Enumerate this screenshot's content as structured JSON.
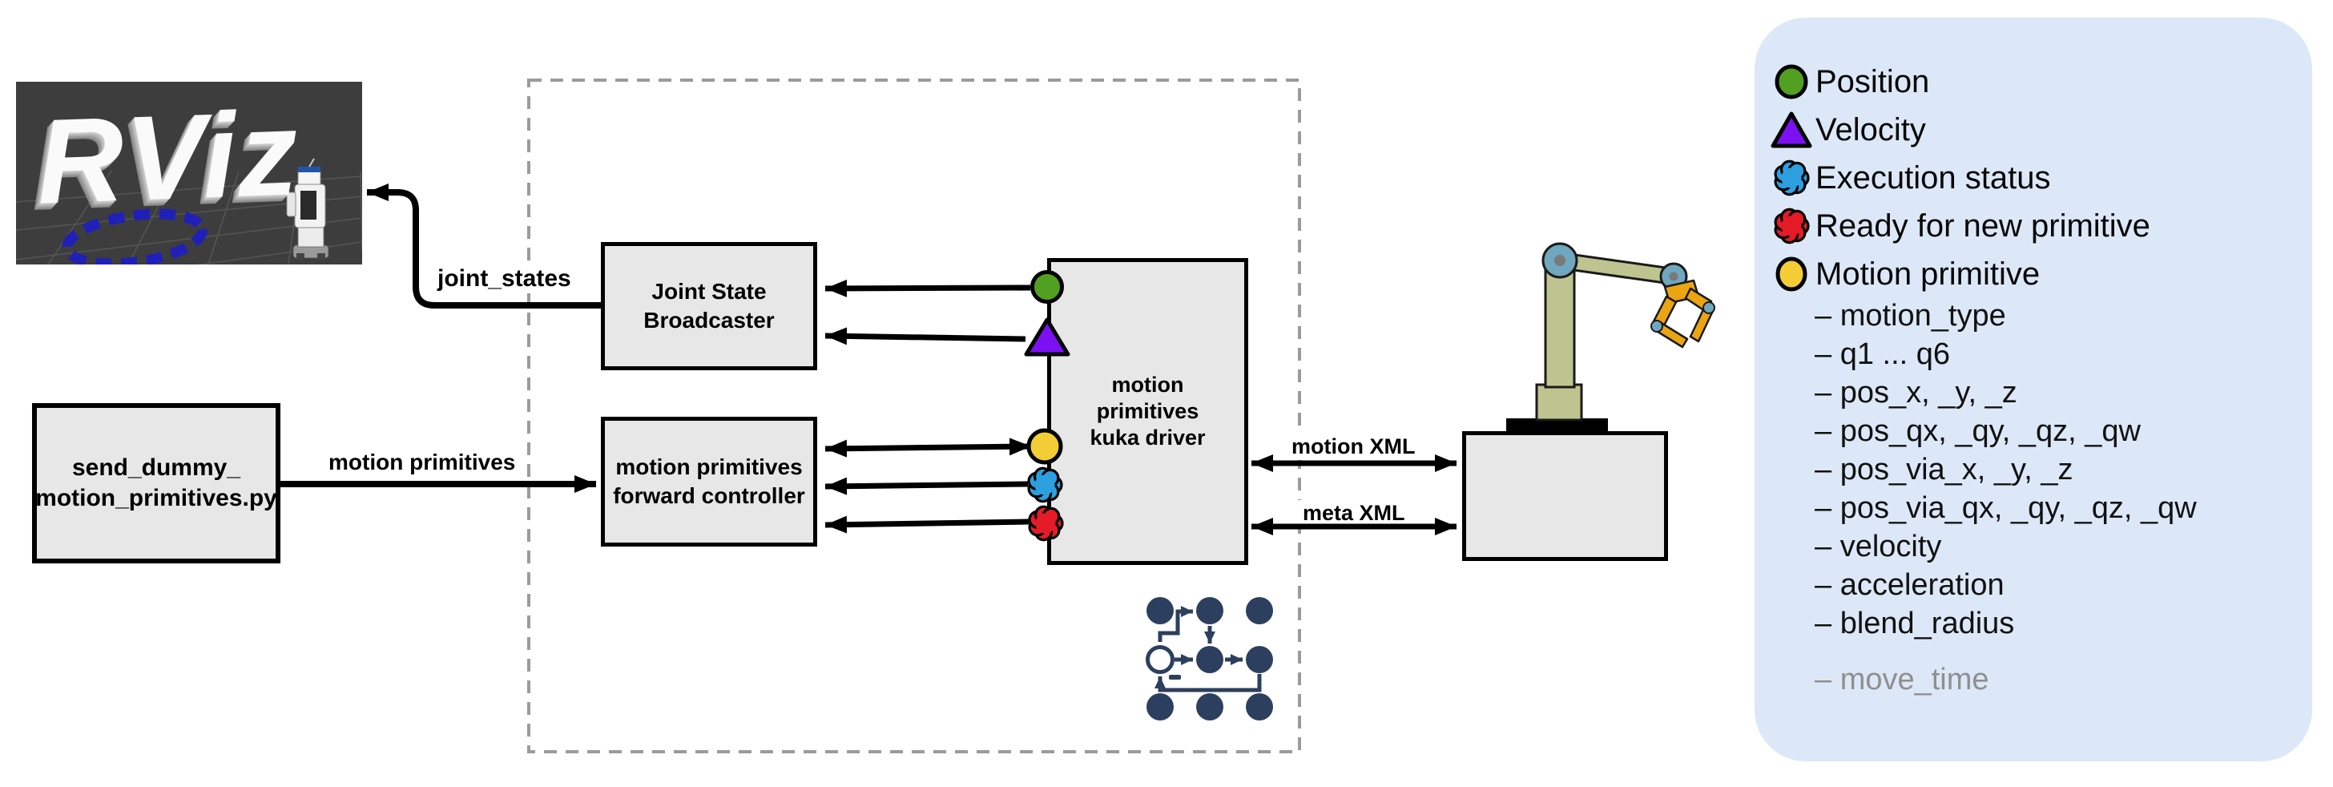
{
  "diagram": {
    "rviz": {
      "logo": "RViz"
    },
    "nodes": {
      "send_dummy": {
        "line1": "send_dummy_",
        "line2": "motion_primitives.py"
      },
      "joint_state_broadcaster": {
        "line1": "Joint State",
        "line2": "Broadcaster"
      },
      "forward_controller": {
        "line1": "motion primitives",
        "line2": "forward controller"
      },
      "kuka_driver": {
        "line1": "motion",
        "line2": "primitives",
        "line3": "kuka driver"
      }
    },
    "labels": {
      "joint_states": "joint_states",
      "motion_primitives": "motion primitives",
      "motion_xml": "motion XML",
      "meta_xml": "meta XML"
    }
  },
  "legend": {
    "items": [
      {
        "label": "Position",
        "icon": "position-circle-icon",
        "color": "#52a021"
      },
      {
        "label": "Velocity",
        "icon": "velocity-triangle-icon",
        "color": "#7b10f0"
      },
      {
        "label": "Execution status",
        "icon": "execution-status-gear-icon",
        "color": "#2d9fdf"
      },
      {
        "label": "Ready for new primitive",
        "icon": "ready-gear-icon",
        "color": "#e51b28"
      },
      {
        "label": "Motion primitive",
        "icon": "motion-primitive-circle-icon",
        "color": "#f2cd35"
      }
    ],
    "sub_items": [
      "– motion_type",
      "– q1 ... q6",
      "– pos_x, _y, _z",
      "– pos_qx, _qy, _qz, _qw",
      "– pos_via_x, _y, _z",
      "– pos_via_qx, _qy, _qz, _qw",
      "– velocity",
      "– acceleration",
      "– blend_radius"
    ],
    "disabled_item": "– move_time"
  },
  "colors": {
    "position_green": "#52a021",
    "velocity_purple": "#7b10f0",
    "execution_blue": "#2d9fdf",
    "ready_red": "#e51b28",
    "primitive_yellow": "#f2cd35",
    "graph_navy": "#2d3f5e",
    "legend_bg": "#dce8f7",
    "node_fill": "#e7e7e7",
    "dashed_border": "#9b9b9b",
    "rviz_bg": "#3d3d3d",
    "robot_arm_olive": "#bdc490",
    "joint_blue": "#6fa7bf",
    "gripper_orange": "#eba412"
  }
}
